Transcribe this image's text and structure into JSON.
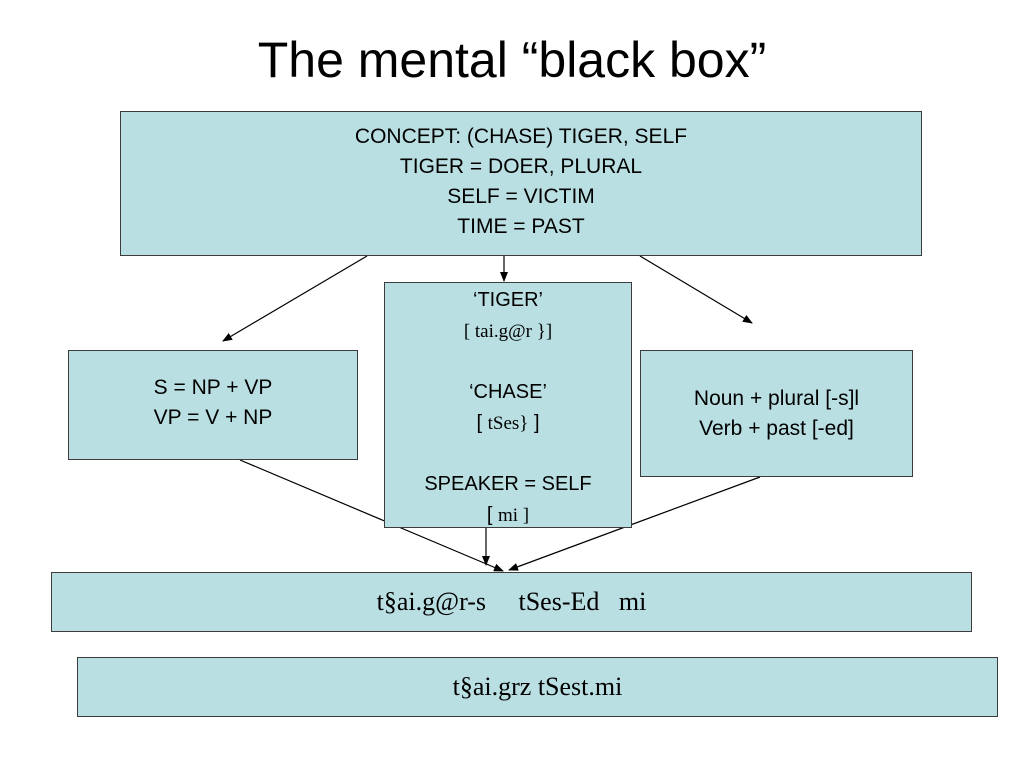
{
  "title": "The mental “black box”",
  "concept": {
    "lines": [
      "CONCEPT: (CHASE) TIGER, SELF",
      "TIGER = DOER, PLURAL",
      "SELF = VICTIM",
      "TIME = PAST"
    ]
  },
  "lexicon": {
    "tiger_word": "‘TIGER’",
    "tiger_phon": "[ tai.g@r }]",
    "chase_word": "‘CHASE’",
    "chase_phon_open": "[ ",
    "chase_phon": "tSes}",
    "chase_phon_close": " ]",
    "speaker": "SPEAKER = SELF",
    "speaker_phon_open": "[ ",
    "speaker_phon": "mi ]"
  },
  "syntax": {
    "lines": [
      "S = NP + VP",
      "VP = V + NP"
    ]
  },
  "morphology": {
    "lines": [
      "Noun + plural [-s]l",
      "Verb + past [-ed]"
    ]
  },
  "output": {
    "text": "t§ai.g@r-s     tSes-Ed   mi"
  },
  "surface": {
    "text": "t§ai.grz tSest.mi"
  }
}
